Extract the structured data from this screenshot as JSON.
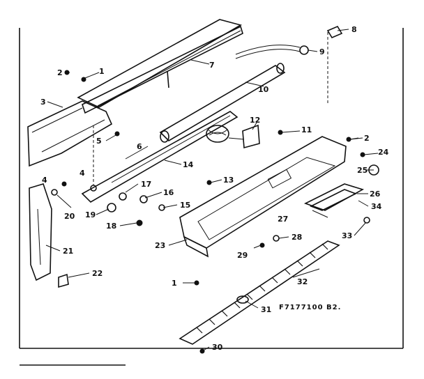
{
  "diagram": {
    "drawing_code": "F7177100 B2.",
    "labels": {
      "p1a": "1",
      "p2a": "2",
      "p3": "3",
      "p4a": "4",
      "p4b": "4",
      "p5": "5",
      "p6": "6",
      "p7": "7",
      "p8": "8",
      "p9": "9",
      "p10": "10",
      "p11": "11",
      "p12": "12",
      "p13": "13",
      "p14": "14",
      "p15": "15",
      "p16": "16",
      "p17": "17",
      "p18": "18",
      "p19": "19",
      "p20": "20",
      "p21": "21",
      "p22": "22",
      "p23": "23",
      "p24": "24",
      "p25": "25",
      "p26": "26",
      "p27": "27",
      "p28": "28",
      "p29": "29",
      "p30": "30",
      "p31": "31",
      "p32": "32",
      "p33": "33",
      "p34": "34",
      "p1b": "1",
      "p2b": "2"
    }
  }
}
